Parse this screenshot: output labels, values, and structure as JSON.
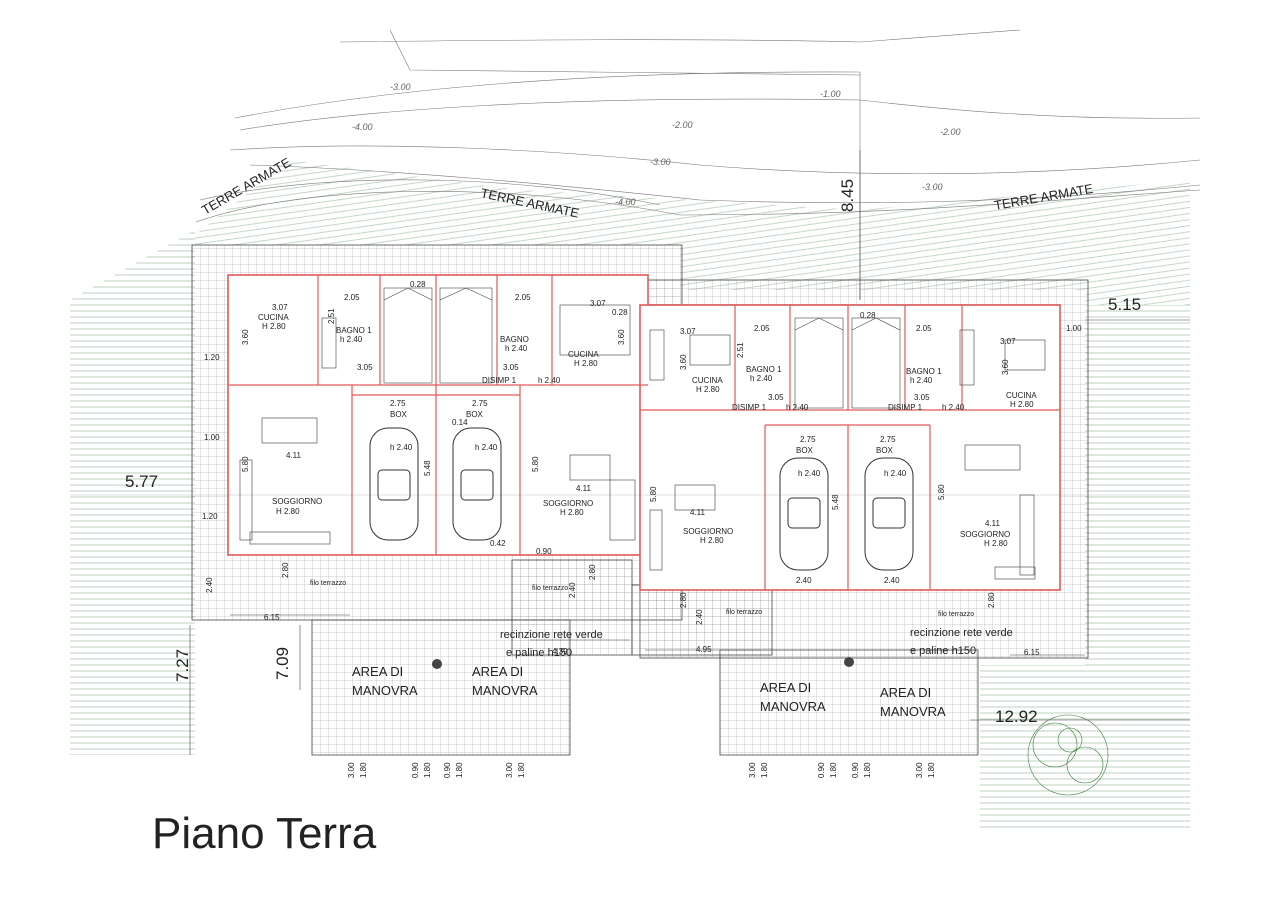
{
  "title": "Piano Terra",
  "labels": {
    "terre_armate": "TERRE ARMATE",
    "area_di": "AREA DI",
    "manovra": "MANOVRA",
    "recinzione_1": "recinzione rete verde",
    "recinzione_2": "e paline h150",
    "filo_terrazzo": "filo terrazzo"
  },
  "rooms": {
    "cucina": "CUCINA",
    "h280": "H 2.80",
    "h240": "h 2.40",
    "bagno": "BAGNO 1",
    "bagno_short": "BAGNO",
    "disimp": "DISIMP 1",
    "box": "BOX",
    "soggiorno": "SOGGIORNO"
  },
  "dims": {
    "d845": "8.45",
    "d515": "5.15",
    "d577": "5.77",
    "d727": "7.27",
    "d709": "7.09",
    "d1292": "12.92",
    "d307": "3.07",
    "d360": "3.60",
    "d205": "2.05",
    "d275": "2.75",
    "d411": "4.11",
    "d548": "5.48",
    "d580": "5.80",
    "d240": "2.40",
    "d251": "2.51",
    "d305": "3.05",
    "d615": "6.15",
    "d439": "4.39",
    "d495": "4.95",
    "d028": "0.28",
    "d090": "0.90",
    "d100": "1.00",
    "d120": "1.20",
    "d014": "0.14",
    "d042": "0.42",
    "d280": "2.80",
    "d300": "3.00",
    "d180": "1.80"
  },
  "contours": [
    "-1.00",
    "-2.00",
    "-2.00",
    "-3.00",
    "-3.00",
    "-3.00",
    "-4.00",
    "-4.00"
  ],
  "colors": {
    "wall": "#e05a5a",
    "line": "#333333",
    "grid": "#9a9a9a",
    "tree": "#3f7d3f"
  }
}
